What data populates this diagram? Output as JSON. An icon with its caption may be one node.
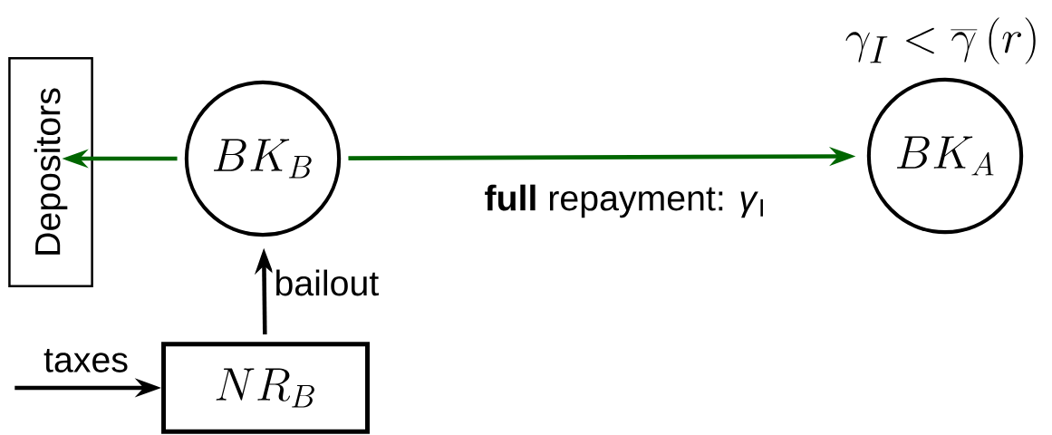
{
  "diagram": {
    "nodes": [
      {
        "text": [
          "Depositors"
        ]
      },
      {
        "text": [
          "BK_B"
        ]
      },
      {
        "text": [
          "BK_A"
        ],
        "beside": [
          "\\gamma_I < \\overline{\\gamma}\\left(r\\right)"
        ]
      },
      {
        "text": [
          "NR_B"
        ]
      }
    ],
    "edges": [
      {
        "from": 1,
        "to": 0,
        "arrow": "to",
        "color": "#006600"
      },
      {
        "from": 1,
        "to": 2,
        "arrow": "to",
        "color": "#006600",
        "label": "**full** repayment: *γ*$_{I}$"
      },
      {
        "from": 3,
        "to": 1,
        "arrow": "to",
        "color": "#000000",
        "label": "bailout"
      },
      {
        "from": null,
        "to": 3,
        "arrow": "to",
        "color": "#000000",
        "label": "taxes"
      }
    ]
  }
}
